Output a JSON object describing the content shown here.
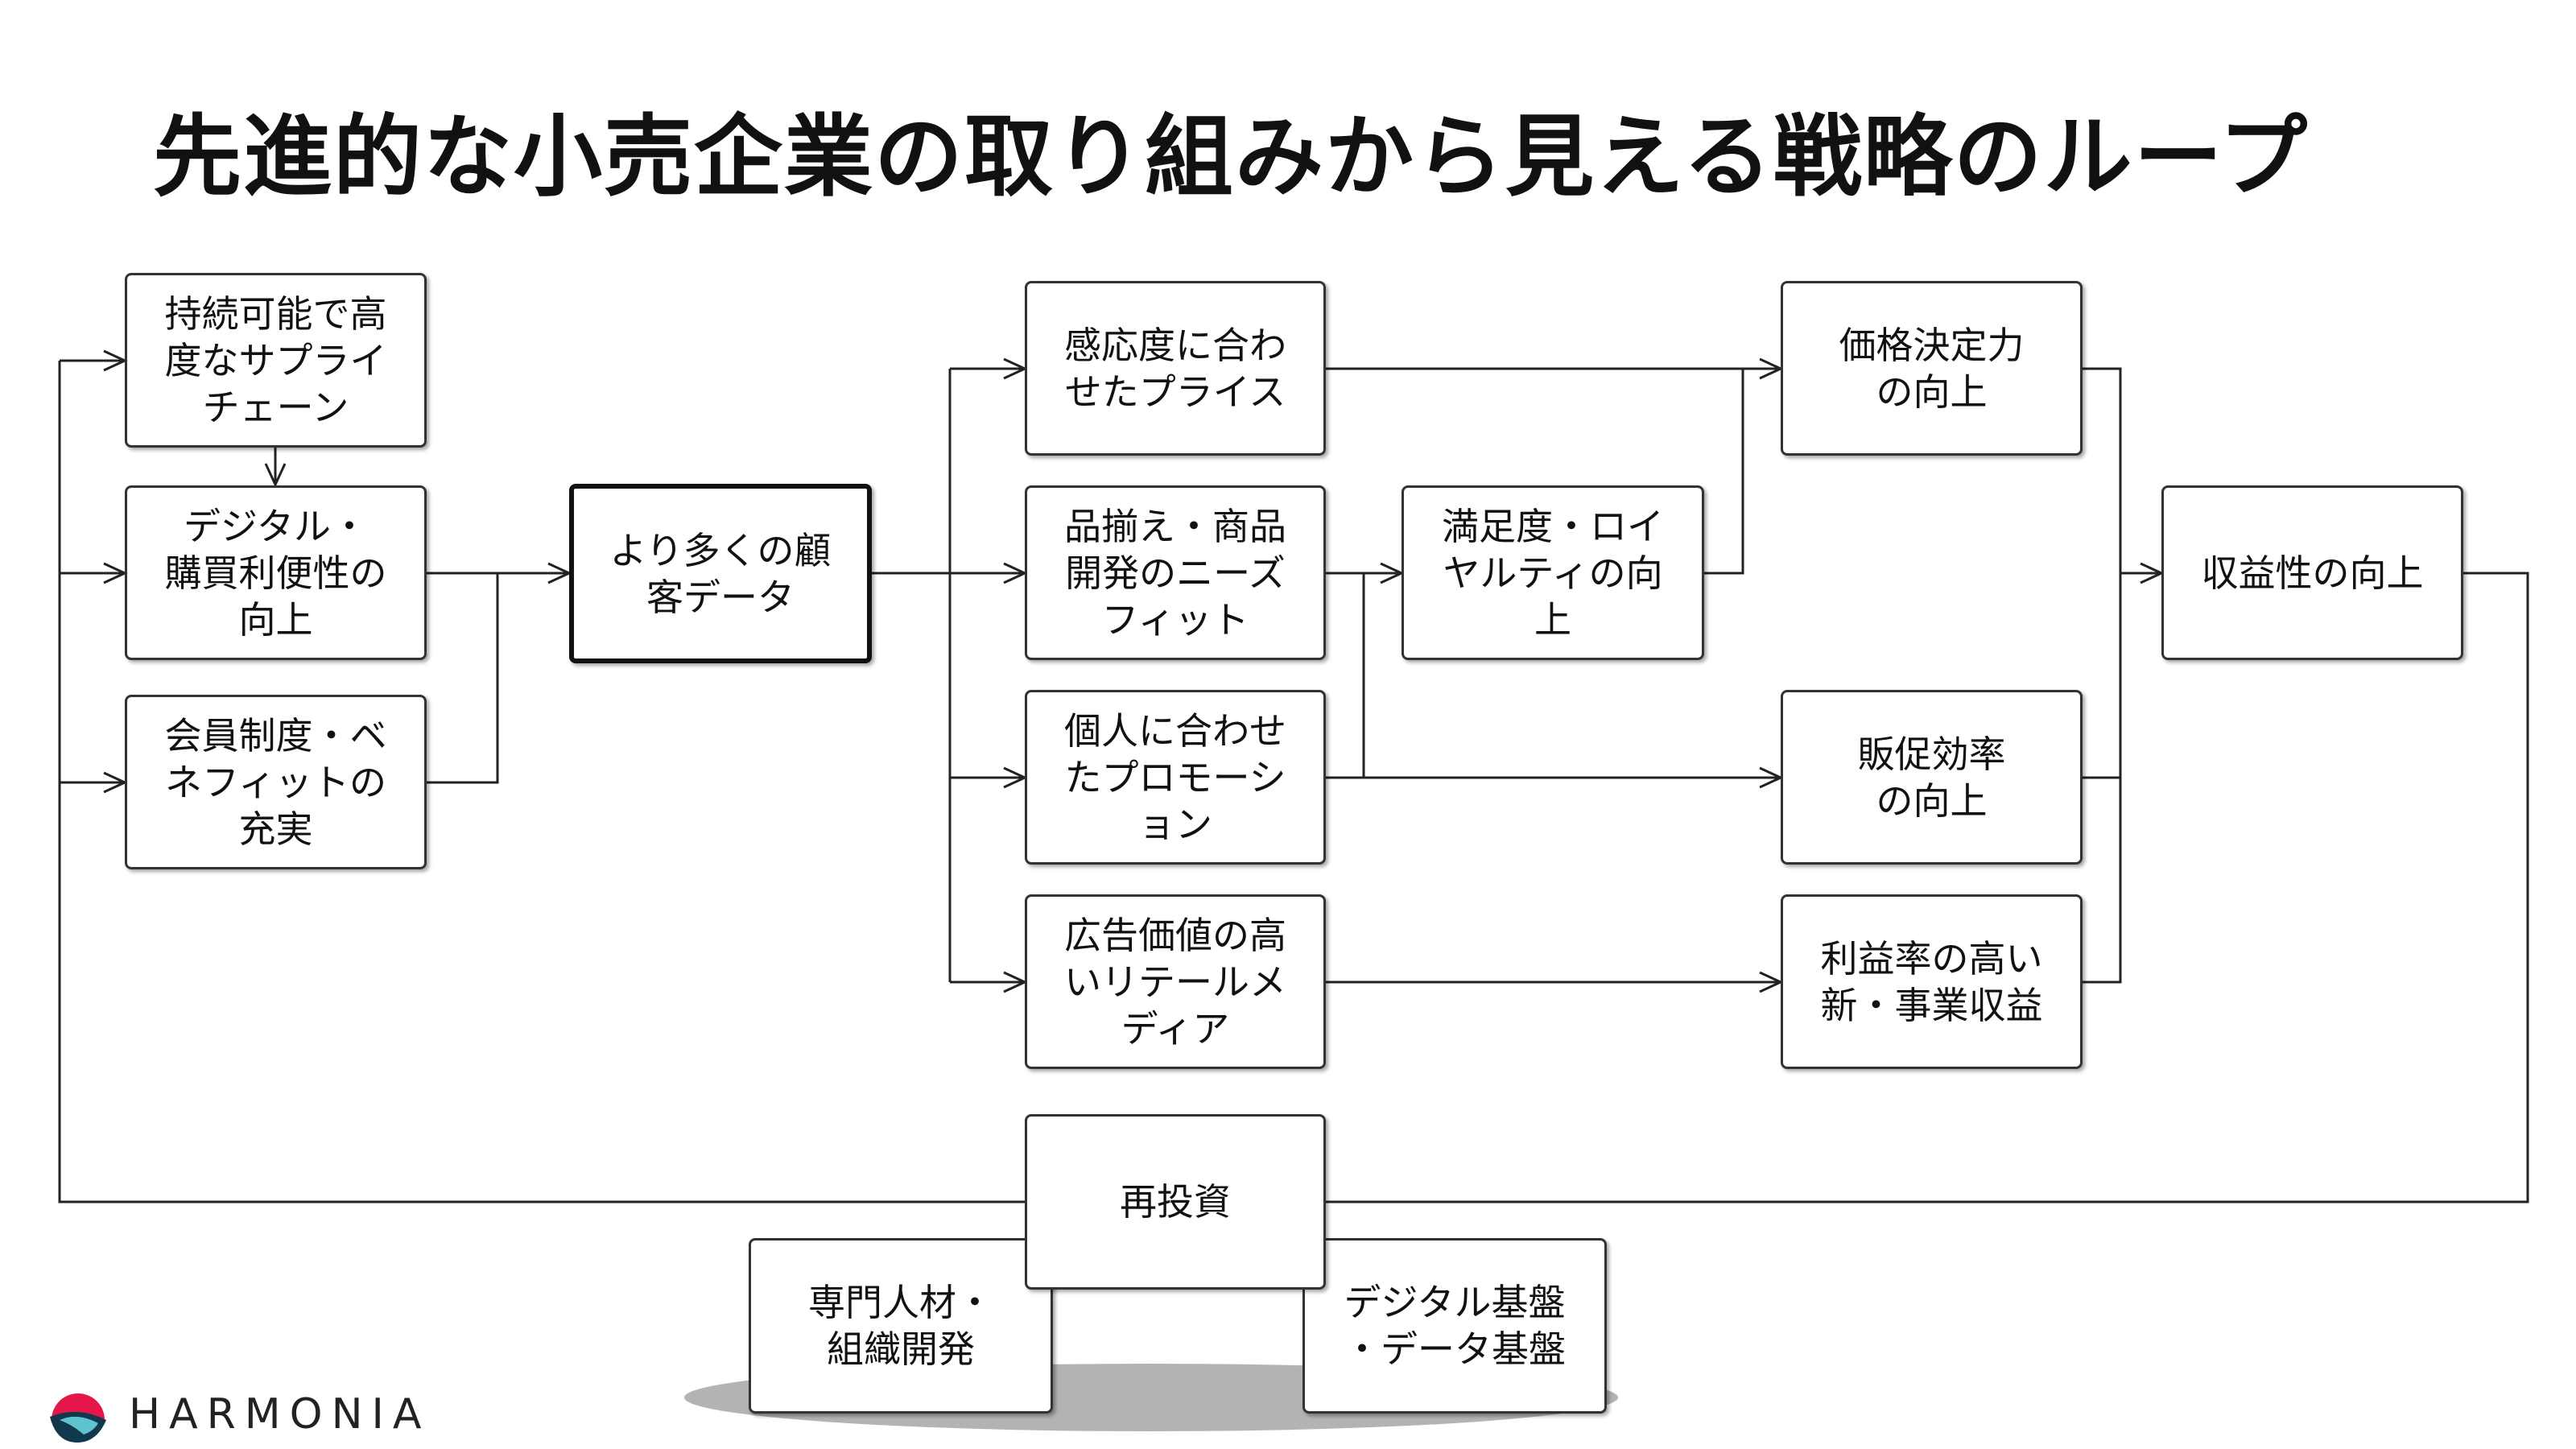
{
  "title": "先進的な小売企業の取り組みから見える戦略のループ",
  "nodes": {
    "supply": "持続可能で高\n度なサプライ\nチェーン",
    "digital": "デジタル・\n購買利便性の\n向上",
    "member": "会員制度・ベ\nネフィットの\n充実",
    "customer_data": "より多くの顧\n客データ",
    "pricing": "感応度に合わ\nせたプライス",
    "assortment": "品揃え・商品\n開発のニーズ\nフィット",
    "promotion": "個人に合わせ\nたプロモーシ\nョン",
    "retail_media": "広告価値の高\nいリテールメ\nディア",
    "satisfaction": "満足度・ロイ\nヤルティの向\n上",
    "pricing_power": "価格決定力\nの向上",
    "promo_efficiency": "販促効率\nの向上",
    "new_revenue": "利益率の高い\n新・事業収益",
    "profitability": "収益性の向上",
    "reinvest": "再投資",
    "talent": "専門人材・\n組織開発",
    "platform": "デジタル基盤\n・データ基盤"
  },
  "brand": {
    "name": "HARMONIA",
    "logo_icon": "harmonia-logo-icon"
  }
}
